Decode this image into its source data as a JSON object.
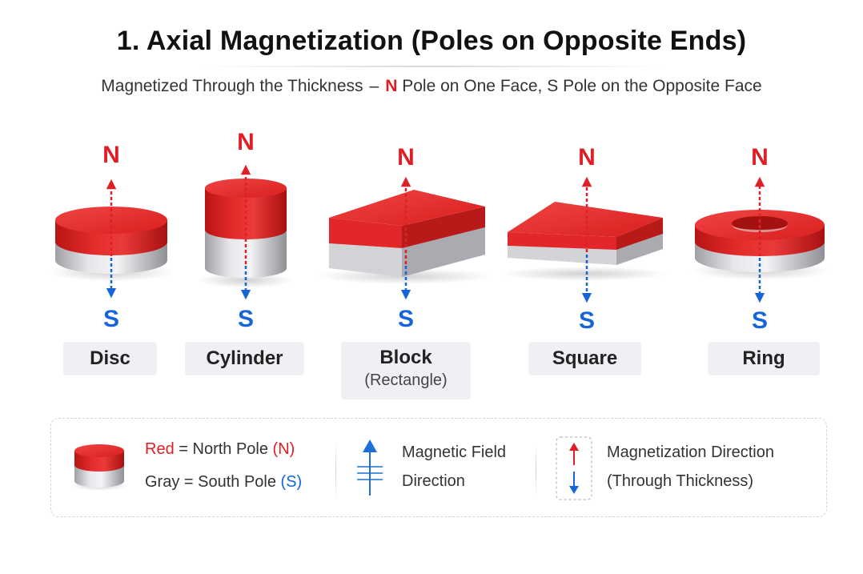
{
  "header": {
    "title": "1. Axial Magnetization (Poles on Opposite Ends)",
    "subtitle_part1": "Magnetized Through the Thickness",
    "subtitle_dash": "–",
    "subtitle_n": "N",
    "subtitle_part2": "Pole on One Face",
    "subtitle_comma": ",",
    "subtitle_s": "S",
    "subtitle_part3": "Pole on the Opposite Face"
  },
  "colors": {
    "north": "#e01e25",
    "south_blue": "#1565d8",
    "magnet_red": "#e32a2a",
    "magnet_gray": "#c9cacd"
  },
  "magnets": [
    {
      "name": "Disc",
      "sub": "",
      "north": "N",
      "south": "S"
    },
    {
      "name": "Cylinder",
      "sub": "",
      "north": "N",
      "south": "S"
    },
    {
      "name": "Block",
      "sub": "(Rectangle)",
      "north": "N",
      "south": "S"
    },
    {
      "name": "Square",
      "sub": "",
      "north": "N",
      "south": "S"
    },
    {
      "name": "Ring",
      "sub": "",
      "north": "N",
      "south": "S"
    }
  ],
  "legend": {
    "red_word": "Red",
    "red_rest": " = North Pole ",
    "red_paren": "(N)",
    "gray_word": "Gray = South Pole ",
    "gray_paren": "(S)",
    "field_line1": "Magnetic Field",
    "field_line2": "Direction",
    "mag_line1": "Magnetization Direction",
    "mag_line2": "(Through Thickness)"
  }
}
